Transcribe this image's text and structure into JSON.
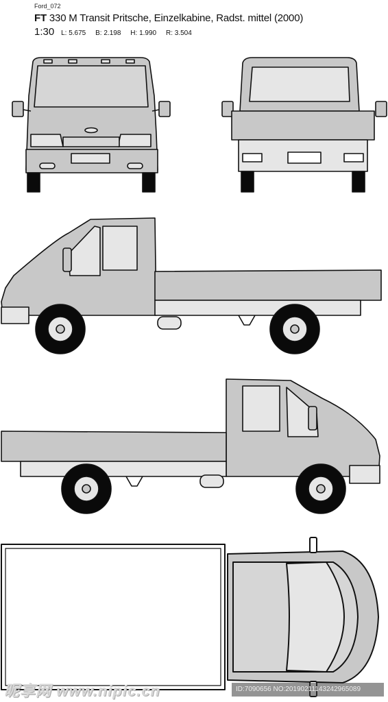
{
  "header": {
    "code": "Ford_072",
    "title_model": "FT",
    "title_rest": " 330 M Transit Pritsche, Einzelkabine, Radst. mittel (2000)",
    "scale": "1:30",
    "dims": {
      "length": "L: 5.675",
      "width": "B: 2.198",
      "height": "H: 1.990",
      "wheelbase": "R: 3.504"
    }
  },
  "colors": {
    "body_fill": "#c8c8c8",
    "line": "#111111",
    "light_fill": "#e6e6e6",
    "tire": "#0a0a0a"
  },
  "watermark": {
    "left": "昵享网 www.nipic.cn",
    "right": "ID:7090656 NO:20190211143242965089"
  }
}
